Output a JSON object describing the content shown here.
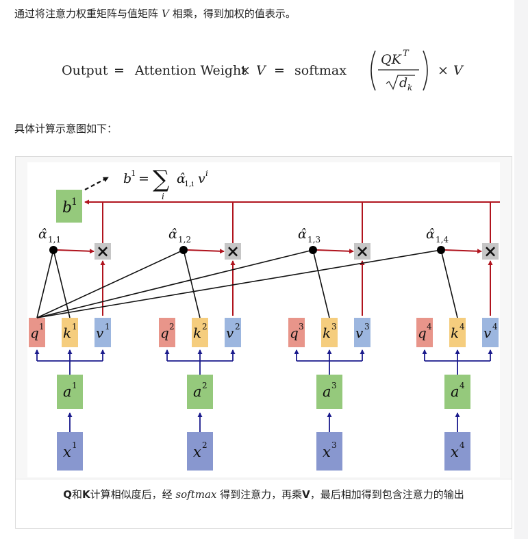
{
  "intro": {
    "before": "通过将注意力权重矩阵与值矩阵",
    "var": "V",
    "after": "相乘，得到加权的值表示。"
  },
  "formula": {
    "output": "Output",
    "eq": "=",
    "attention_weight": "Attention Weight",
    "times": "×",
    "v": "V",
    "softmax": "softmax",
    "numerator": "QK",
    "numerator_sup": "T",
    "denom_d": "d",
    "denom_sub": "k"
  },
  "lead": "具体计算示意图如下：",
  "diagram": {
    "b_box": {
      "base": "b",
      "sup": "1"
    },
    "sum_formula": {
      "lhs": "b",
      "lhs_sup": "1",
      "eq": "=",
      "sum": "∑",
      "sum_sub": "i",
      "alpha": "α̂",
      "alpha_sub": "1,i",
      "v": "v",
      "v_sup": "i"
    },
    "multiply_symbol": "×",
    "columns": [
      {
        "alpha": "α̂",
        "alpha_sub": "1,1",
        "q": "q",
        "k": "k",
        "v": "v",
        "a": "a",
        "x": "x",
        "sup": "1"
      },
      {
        "alpha": "α̂",
        "alpha_sub": "1,2",
        "q": "q",
        "k": "k",
        "v": "v",
        "a": "a",
        "x": "x",
        "sup": "2"
      },
      {
        "alpha": "α̂",
        "alpha_sub": "1,3",
        "q": "q",
        "k": "k",
        "v": "v",
        "a": "a",
        "x": "x",
        "sup": "3"
      },
      {
        "alpha": "α̂",
        "alpha_sub": "1,4",
        "q": "q",
        "k": "k",
        "v": "v",
        "a": "a",
        "x": "x",
        "sup": "4"
      }
    ],
    "colors": {
      "q_box": "#e8958a",
      "k_box": "#f5cd7e",
      "v_box": "#9cb6df",
      "a_box": "#95c97c",
      "x_box": "#8897cf",
      "b_box": "#95c97c",
      "red_line": "#b0141e",
      "blue_line": "#1a1a8c",
      "mult_box": "#c6c6c6"
    }
  },
  "caption": {
    "q": "Q",
    "t1": "和",
    "k": "K",
    "t2": "计算相似度后，经",
    "softmax": "softmax",
    "t3": "得到注意力，再乘",
    "v": "V",
    "t4": "，最后相加得到包含注意力的输出"
  }
}
